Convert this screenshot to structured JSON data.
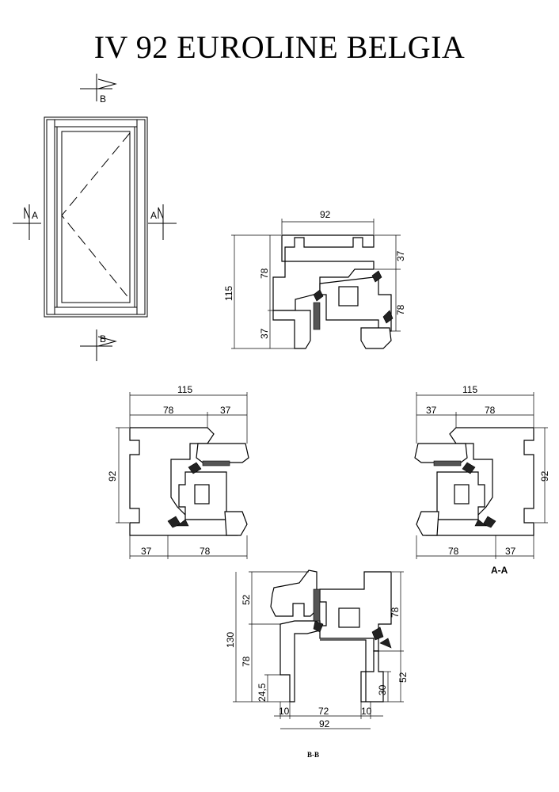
{
  "title": "IV 92 EUROLINE BELGIA",
  "markers": {
    "a": "A",
    "b": "B"
  },
  "top_section": {
    "width": "92",
    "height_total": "115",
    "upper_left": "78",
    "lower_left": "37",
    "upper_right": "37",
    "lower_right": "78"
  },
  "left_section": {
    "total": "115",
    "top_a": "78",
    "top_b": "37",
    "height": "92",
    "bottom_a": "37",
    "bottom_b": "78"
  },
  "right_section": {
    "total": "115",
    "top_a": "37",
    "top_b": "78",
    "height": "92",
    "bottom_a": "78",
    "bottom_b": "37"
  },
  "bottom_section": {
    "upper_left": "52",
    "total": "130",
    "mid_left": "78",
    "lower_left": "24,5",
    "upper_right": "78",
    "lower_right_a": "52",
    "lower_right_b": "30",
    "w_left": "10",
    "w_mid": "72",
    "w_right": "10",
    "w_total": "92"
  },
  "captions": {
    "aa": "A-A",
    "bb": "B-B"
  }
}
